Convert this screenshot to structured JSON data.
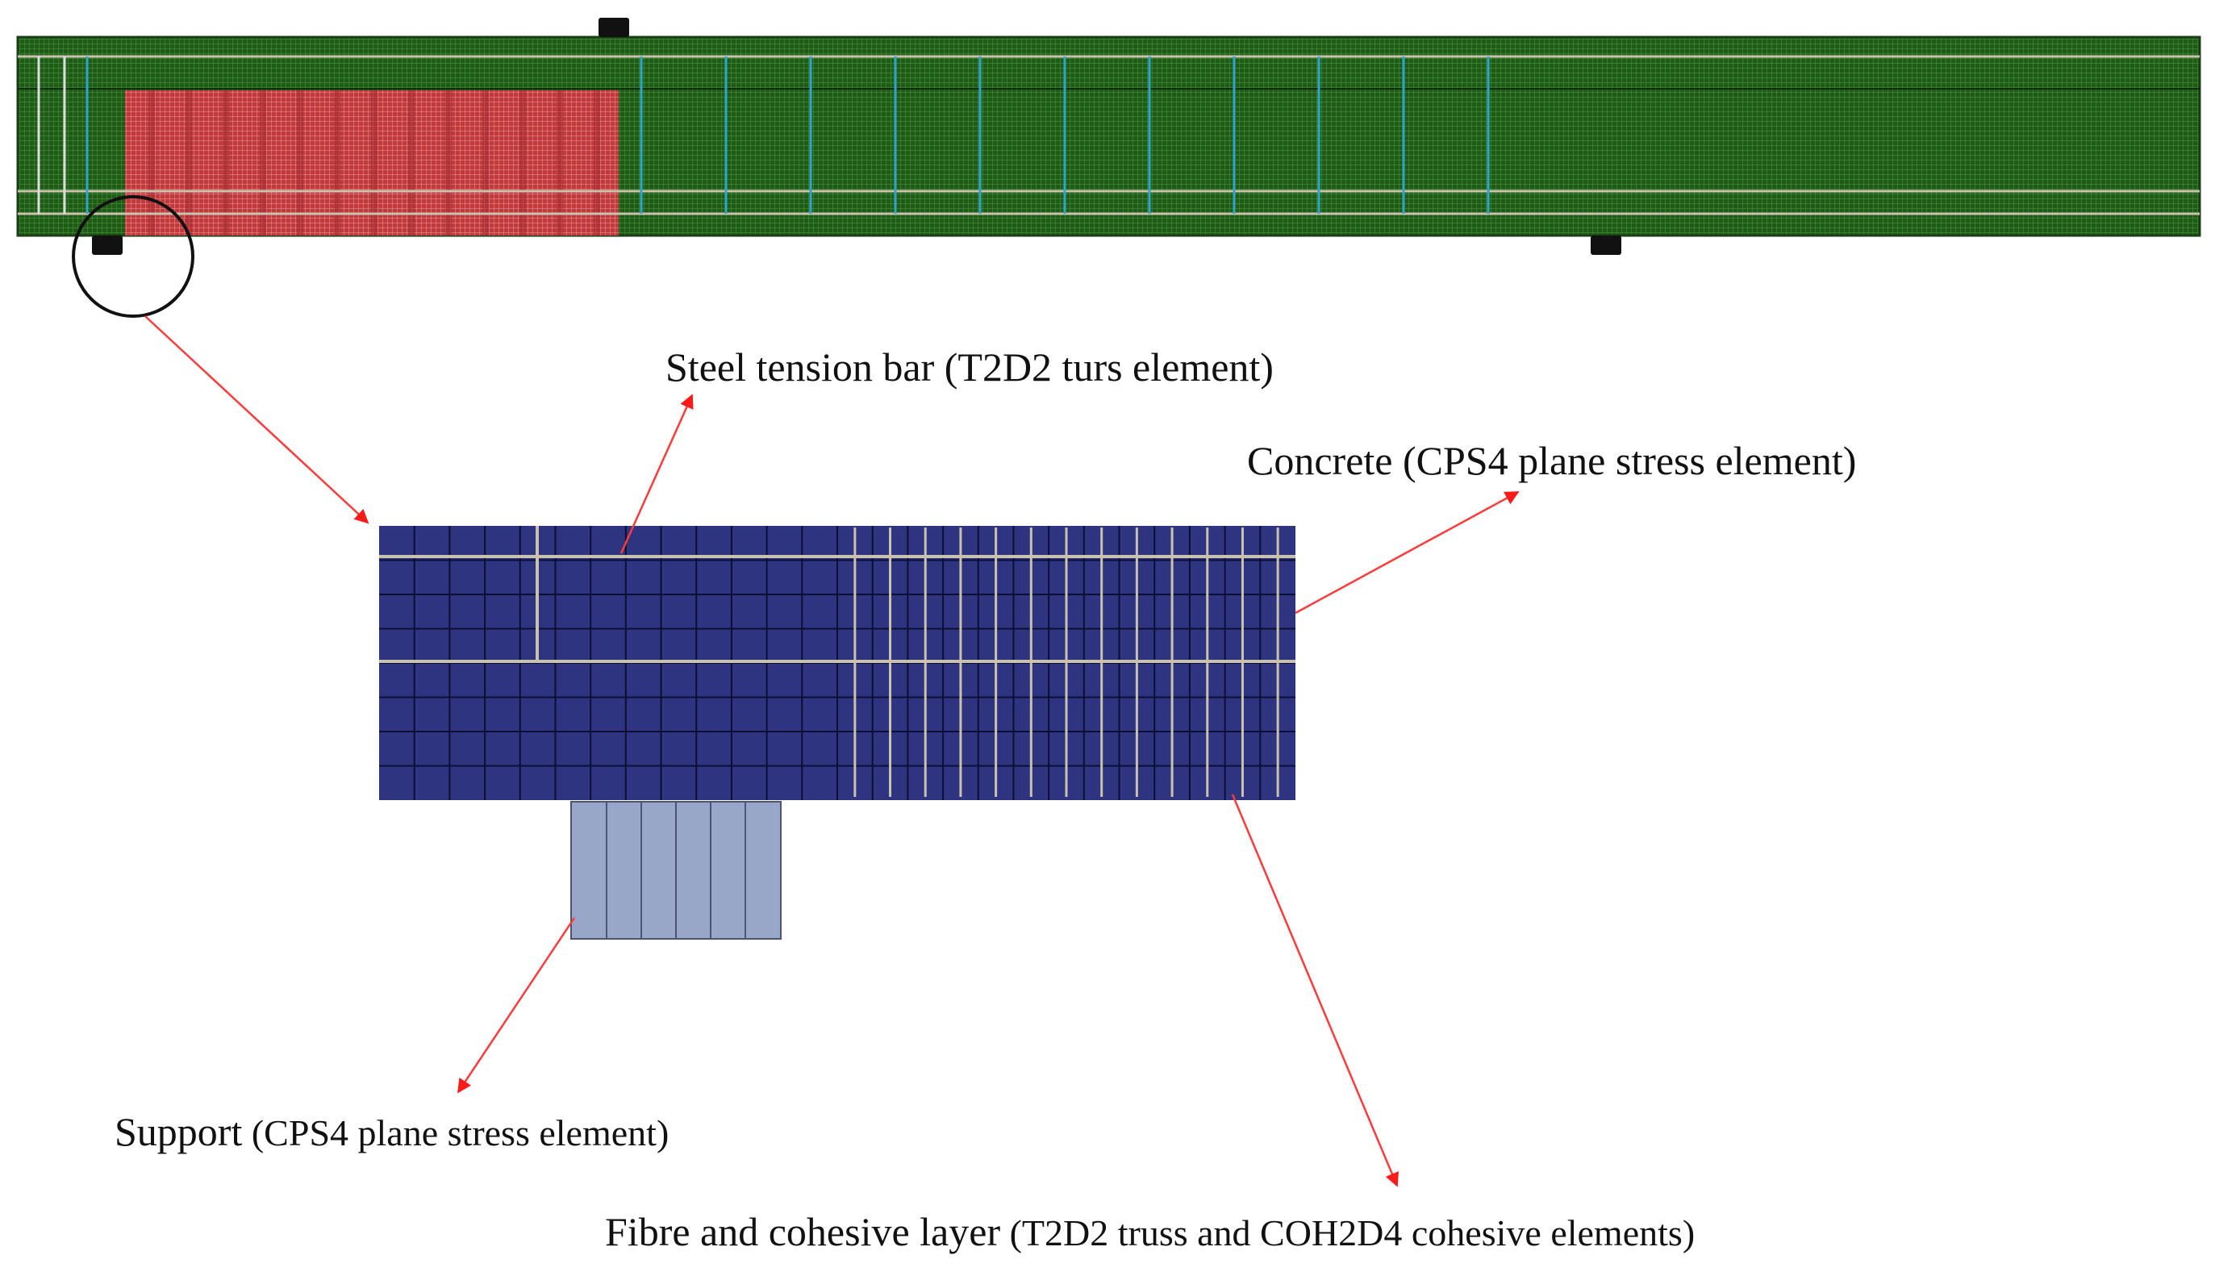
{
  "labels": {
    "steel_bar": "Steel tension bar (T2D2 turs element)",
    "concrete": "Concrete (CPS4 plane stress element)",
    "support_main": "Support",
    "support_sub": " (CPS4 plane stress element)",
    "fibre_main": "Fibre and cohesive layer",
    "fibre_sub": " (T2D2 truss and COH2D4 cohesive elements)"
  },
  "colors": {
    "beam_concrete": "#1f5a17",
    "beam_fibre_region": "#c03a3c",
    "detail_concrete": "#2e3480",
    "detail_support": "#98a6c8",
    "leader_line": "#ff3b3b",
    "reinforcement": "#c9c2ae",
    "stirrup": "#2fa6c9"
  }
}
